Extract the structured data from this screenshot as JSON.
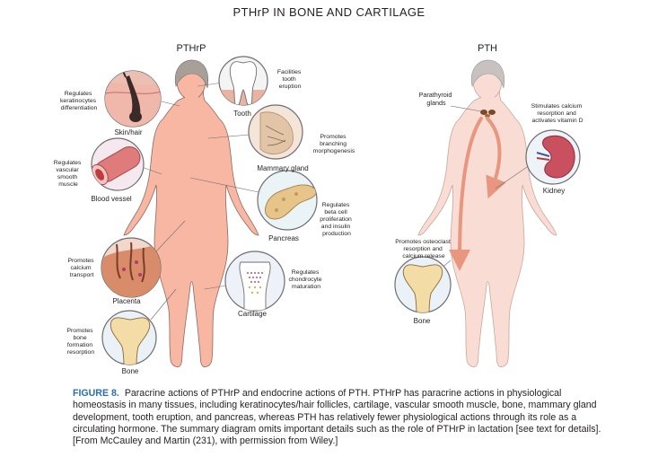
{
  "title": "PTHrP IN BONE AND CARTILAGE",
  "left_panel": {
    "label": "PTHrP",
    "callouts": {
      "tooth_note": [
        "Facilities",
        "tooth",
        "eruption"
      ],
      "tooth": "Tooth",
      "skin_note": [
        "Regulates",
        "keratinocytes",
        "differentiation"
      ],
      "skin": "Skin/hair",
      "mammary_note": [
        "Promotes",
        "branching",
        "morphogenesis"
      ],
      "mammary": "Mammary gland",
      "vessel_note": [
        "Regulates",
        "vascular",
        "smooth",
        "muscle"
      ],
      "vessel": "Blood vessel",
      "pancreas_note": [
        "Regulates",
        "beta cell",
        "proliferation",
        "and insulin",
        "production"
      ],
      "pancreas": "Pancreas",
      "placenta_note": [
        "Promotes",
        "calcium",
        "transport"
      ],
      "placenta": "Placenta",
      "cartilage_note": [
        "Regulates",
        "chondrocyte",
        "maturation"
      ],
      "cartilage": "Cartilage",
      "bone_note": [
        "Promotes",
        "bone",
        "formation",
        "resorption"
      ],
      "bone": "Bone"
    }
  },
  "right_panel": {
    "label": "PTH",
    "callouts": {
      "glands": [
        "Parathyroid",
        "glands"
      ],
      "kidney_note": [
        "Stimulates calcium",
        "resorption and",
        "activates vitamin D"
      ],
      "kidney": "Kidney",
      "bone_note": [
        "Promotes osteoclast",
        "resorption and",
        "calcium release"
      ],
      "bone": "Bone"
    }
  },
  "caption": {
    "label": "FIGURE 8.",
    "text": "Paracrine actions of PTHrP and endocrine actions of PTH. PTHrP has paracrine actions in physiological homeostasis in many tissues, including keratinocytes/hair follicles, cartilage, vascular smooth muscle, bone, mammary gland development, tooth eruption, and pancreas, whereas PTH has relatively fewer physiological actions through its role as a circulating hormone. The summary diagram omits important details such as the role of PTHrP in lactation [see text for details]. [From McCauley and Martin (231), with permission from Wiley.]"
  },
  "colors": {
    "skin_left": "#f7b7a3",
    "skin_right": "#f9dcd3",
    "hair": "#a89f98",
    "outline": "#6d6e71",
    "arrow": "#e8967f",
    "caption_label": "#2a6fb5"
  }
}
